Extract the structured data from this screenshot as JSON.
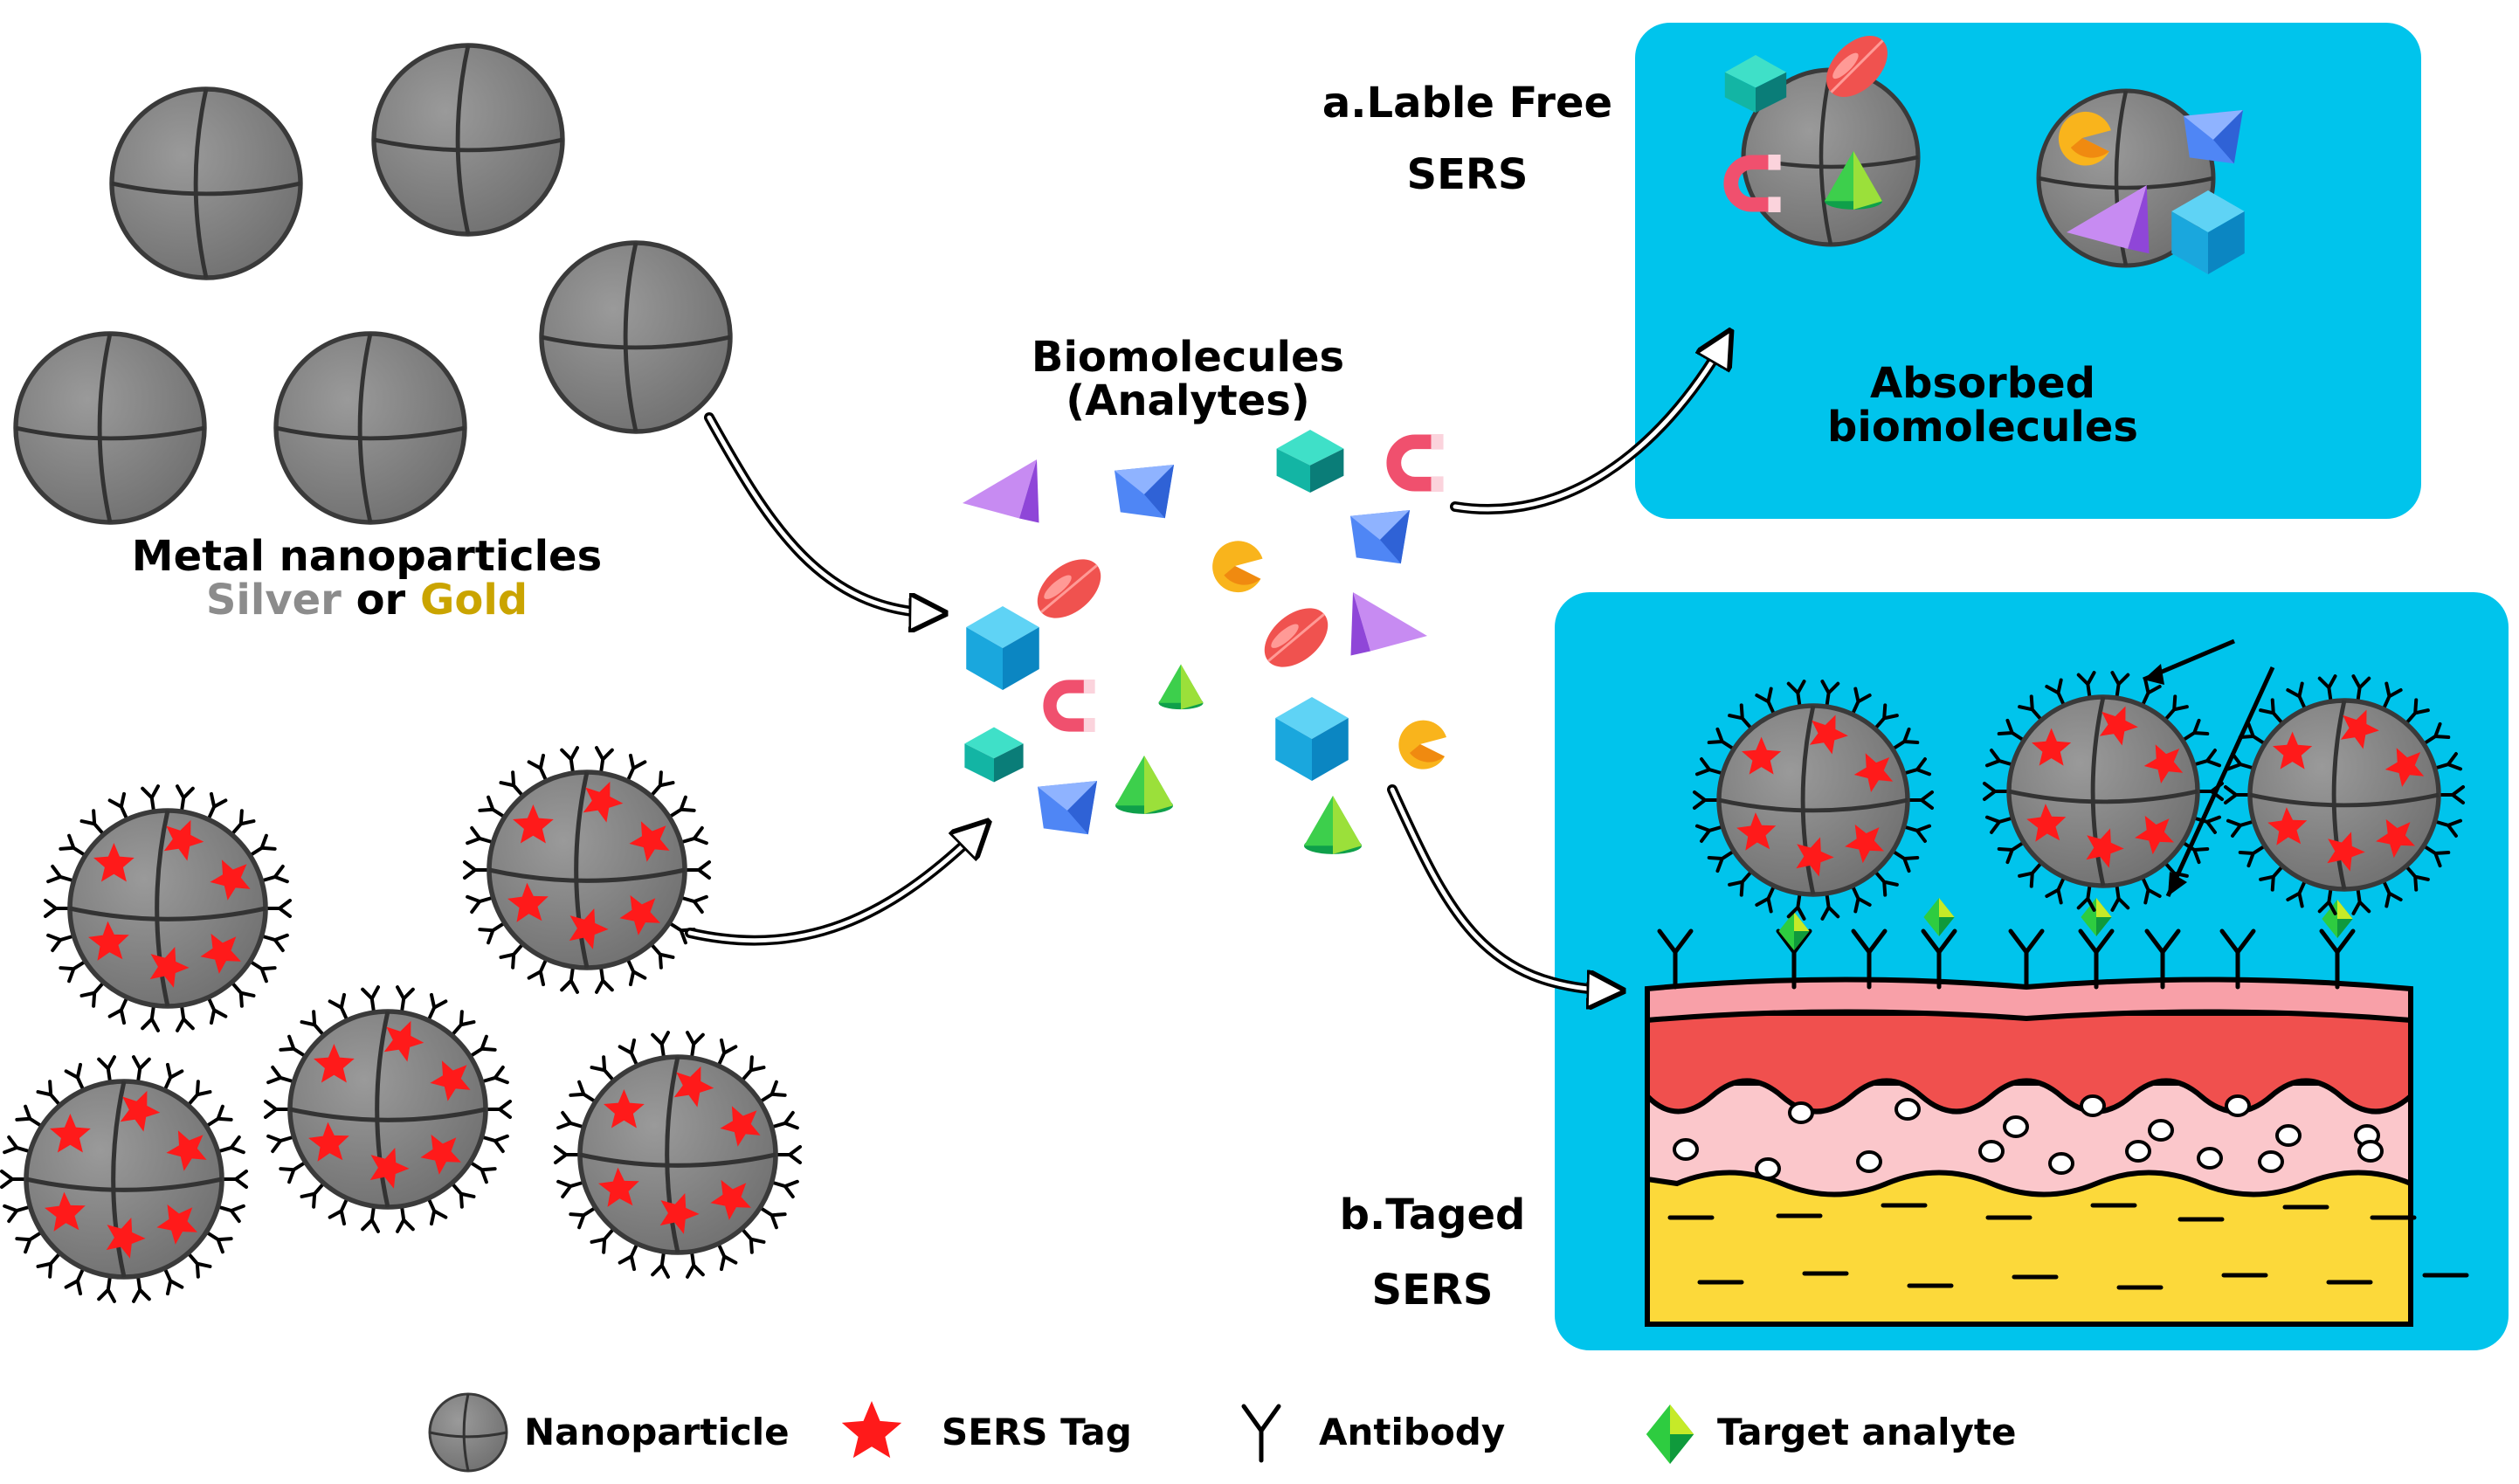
{
  "colors": {
    "panel": "#00c4ec",
    "sphere": "#7e7e7e",
    "sphere_edge": "#3a3a3a",
    "sers_tag": "#ff1a1a",
    "silver": "#8c8c8c",
    "gold": "#caa400",
    "tissue_top": "#f8a0a8",
    "tissue_red": "#f0504e",
    "tissue_pink": "#fbc7cb",
    "tissue_fat": "#fcd93a"
  },
  "labels": {
    "metal_nanoparticles": "Metal nanoparticles",
    "silver": "Silver",
    "or": "or",
    "gold": "Gold",
    "biomolecules_line1": "Biomolecules",
    "biomolecules_line2": "(Analytes)",
    "label_free_line1": "a.Lable Free",
    "label_free_line2": "SERS",
    "absorbed_line1": "Absorbed",
    "absorbed_line2": "biomolecules",
    "taged_line1": "b.Taged",
    "taged_line2": "SERS"
  },
  "legend": {
    "nanoparticle": "Nanoparticle",
    "sers_tag": "SERS Tag",
    "antibody": "Antibody",
    "target_analyte": "Target analyte"
  },
  "icons": [
    "nanoparticle-icon",
    "sers-tag-star-icon",
    "antibody-y-icon",
    "target-analyte-diamond-icon",
    "arrow-icon",
    "cube-icon",
    "pyramid-icon",
    "cone-icon",
    "hexagon-prism-icon",
    "magnet-icon",
    "pacman-icon",
    "oval-gem-icon"
  ]
}
